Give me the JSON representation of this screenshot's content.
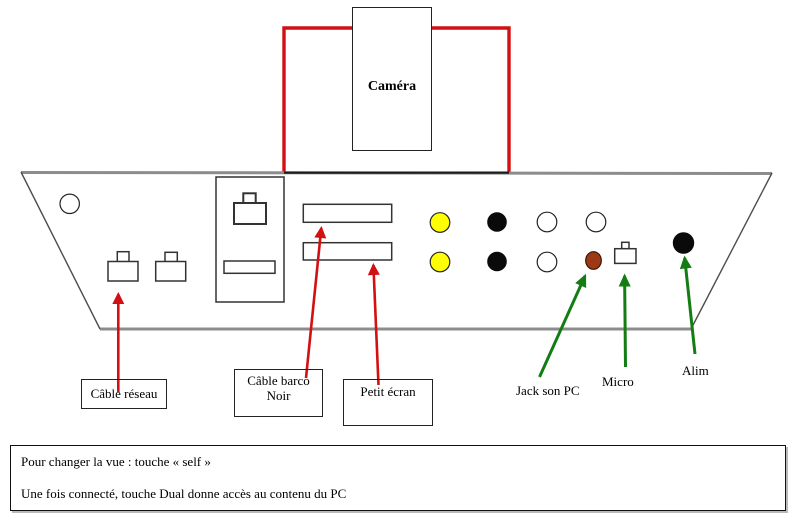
{
  "colors": {
    "cable_red": "#d21011",
    "arrow_green": "#137d13",
    "panel_gray": "#8c8c8c",
    "port_yellow": "#ffff00",
    "port_brown": "#9c3a16"
  },
  "camera": {
    "label": "Caméra"
  },
  "labels": {
    "cable_reseau": "Câble réseau",
    "cable_barco_line1": "Câble barco",
    "cable_barco_line2": "Noir",
    "petit_ecran": "Petit écran",
    "jack_son_pc": "Jack son PC",
    "micro": "Micro",
    "alim": "Alim"
  },
  "instructions": {
    "line1": "Pour changer la vue : touche « self »",
    "line2": "Une fois connecté, touche Dual donne accès au contenu du PC"
  }
}
